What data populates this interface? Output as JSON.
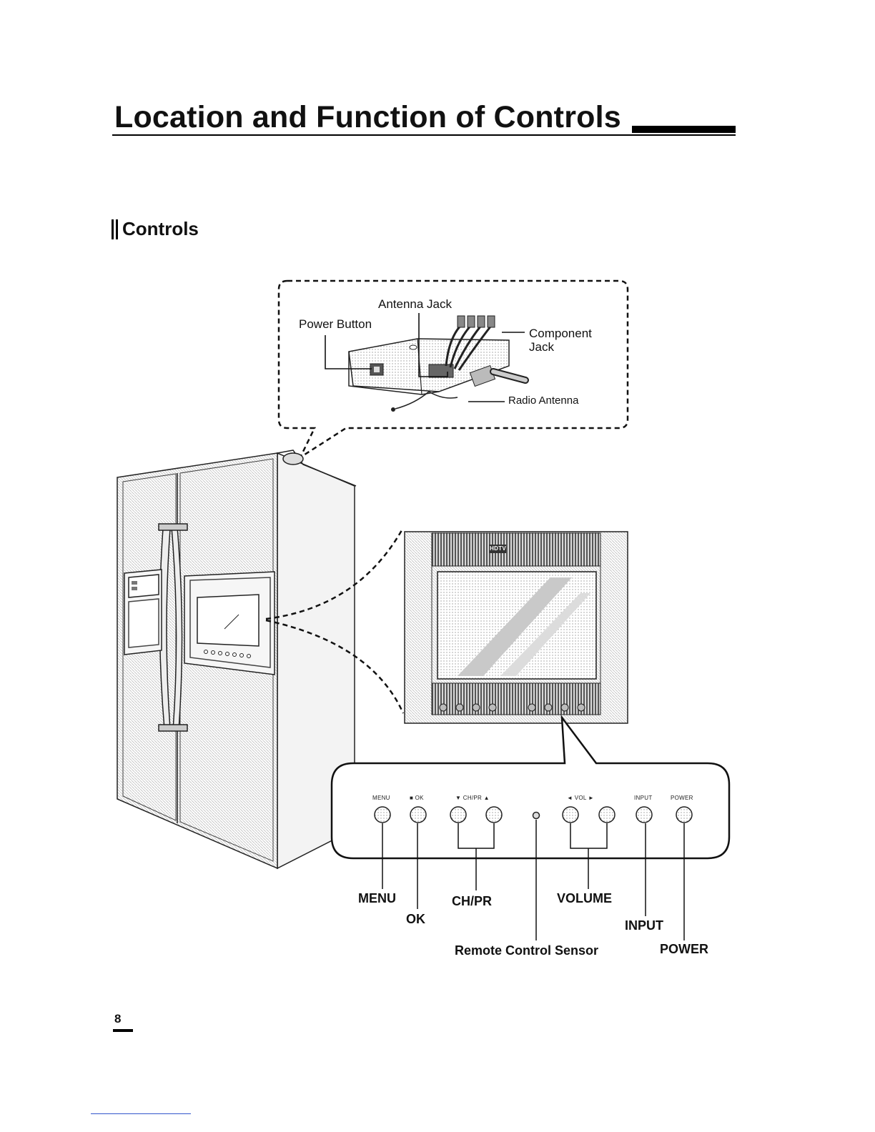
{
  "page": {
    "title": "Location and Function of Controls",
    "section_title": "Controls",
    "page_number": "8"
  },
  "box_callouts": {
    "antenna_jack": "Antenna Jack",
    "power_button": "Power Button",
    "component_jack_line1": "Component",
    "component_jack_line2": "Jack",
    "radio_antenna": "Radio Antenna"
  },
  "screen_logo": "HDTV",
  "panel_button_labels": {
    "menu": "MENU",
    "ok": "■ OK",
    "chpr": "▼ CH/PR ▲",
    "vol": "◄   VOL   ►",
    "input": "INPUT",
    "power": "POWER"
  },
  "control_callouts": {
    "menu": "MENU",
    "ok": "OK",
    "chpr": "CH/PR",
    "volume": "VOLUME",
    "input": "INPUT",
    "remote_sensor": "Remote Control Sensor",
    "power": "POWER"
  }
}
